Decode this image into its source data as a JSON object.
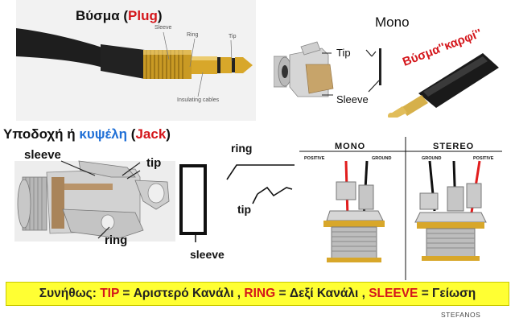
{
  "plug_title": {
    "main": "Βύσμα (",
    "accent": "Plug",
    "close": ")"
  },
  "plug_labels": {
    "sleeve": "Sleeve",
    "ring": "Ring",
    "tip": "Tip",
    "insulating": "Insulating cables"
  },
  "mono_title": "Mono",
  "mono_labels": {
    "tip": "Tip",
    "sleeve": "Sleeve"
  },
  "karfi_label": "Βύσμα''καρφί''",
  "jack_title": {
    "main": "Υποδοχή ή ",
    "accent": "κυψέλη",
    "mid": " (",
    "accent2": "Jack",
    "close": ")"
  },
  "jack_labels": {
    "sleeve": "sleeve",
    "tip": "tip",
    "ring": "ring"
  },
  "diagram_labels": {
    "ring": "ring",
    "tip": "tip",
    "sleeve": "sleeve"
  },
  "wiring": {
    "mono": {
      "title": "Mono",
      "positive": "Positive",
      "ground": "Ground"
    },
    "stereo": {
      "title": "Stereo",
      "ground": "Ground",
      "positive": "Positive"
    }
  },
  "banner": {
    "prefix": "Συνήθως: ",
    "tip": "TIP",
    "tip_text": " = Αριστερό Κανάλι , ",
    "ring": "RING",
    "ring_text": " = Δεξί Κανάλι , ",
    "sleeve": "SLEEVE",
    "sleeve_text": " = Γείωση"
  },
  "credit": "STEFANOS",
  "colors": {
    "accent_red": "#d4161b",
    "accent_blue": "#1f6fd6",
    "banner": "#ffff33",
    "gold": "#d8a72a"
  }
}
